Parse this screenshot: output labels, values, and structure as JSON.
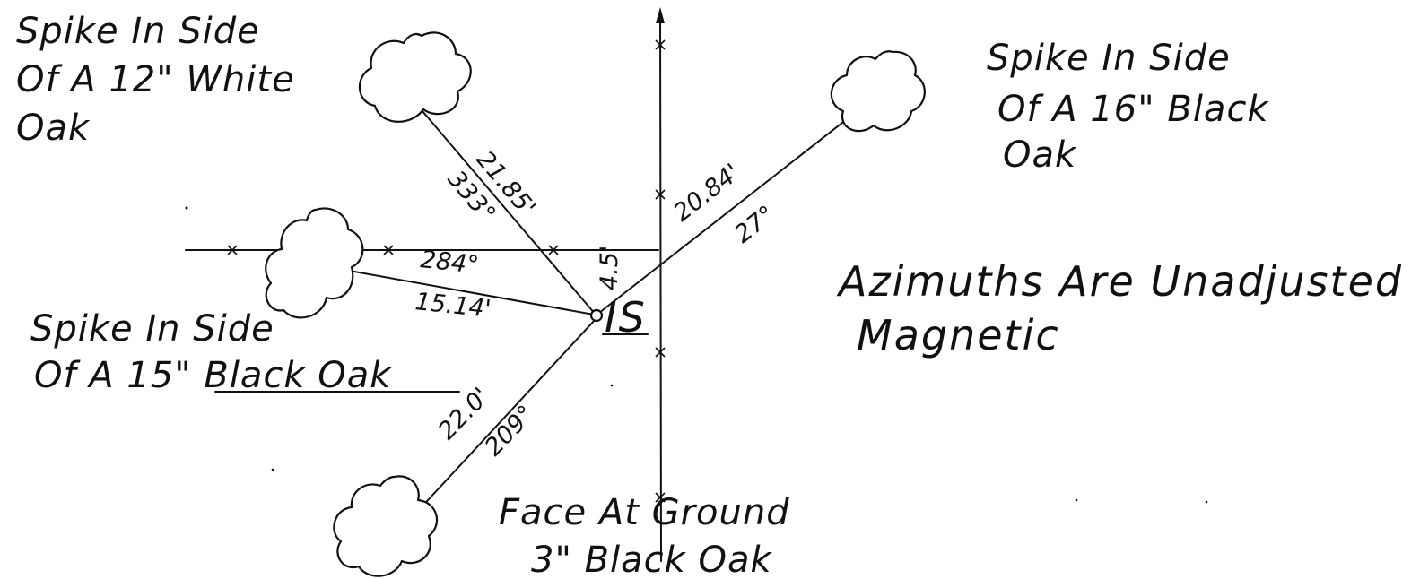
{
  "witnesses": {
    "nw": {
      "label_lines": [
        "Spike In Side",
        "Of A 12\" White",
        "Oak"
      ],
      "distance": "21.85'",
      "azimuth": "333°"
    },
    "ne": {
      "label_lines": [
        "Spike In Side",
        "Of A 16\" Black",
        "Oak"
      ],
      "distance": "20.84'",
      "azimuth": "27°"
    },
    "w": {
      "label_lines": [
        "Spike In Side",
        "Of A 15\" Black Oak"
      ],
      "distance": "15.14'",
      "azimuth": "284°"
    },
    "sw": {
      "label_lines": [
        "Face At Ground",
        "3\" Black Oak"
      ],
      "distance": "22.0'",
      "azimuth": "209°"
    }
  },
  "center": {
    "label": "IS",
    "offset": "4.5'"
  },
  "note_lines": [
    "Azimuths Are Unadjusted",
    "Magnetic"
  ]
}
